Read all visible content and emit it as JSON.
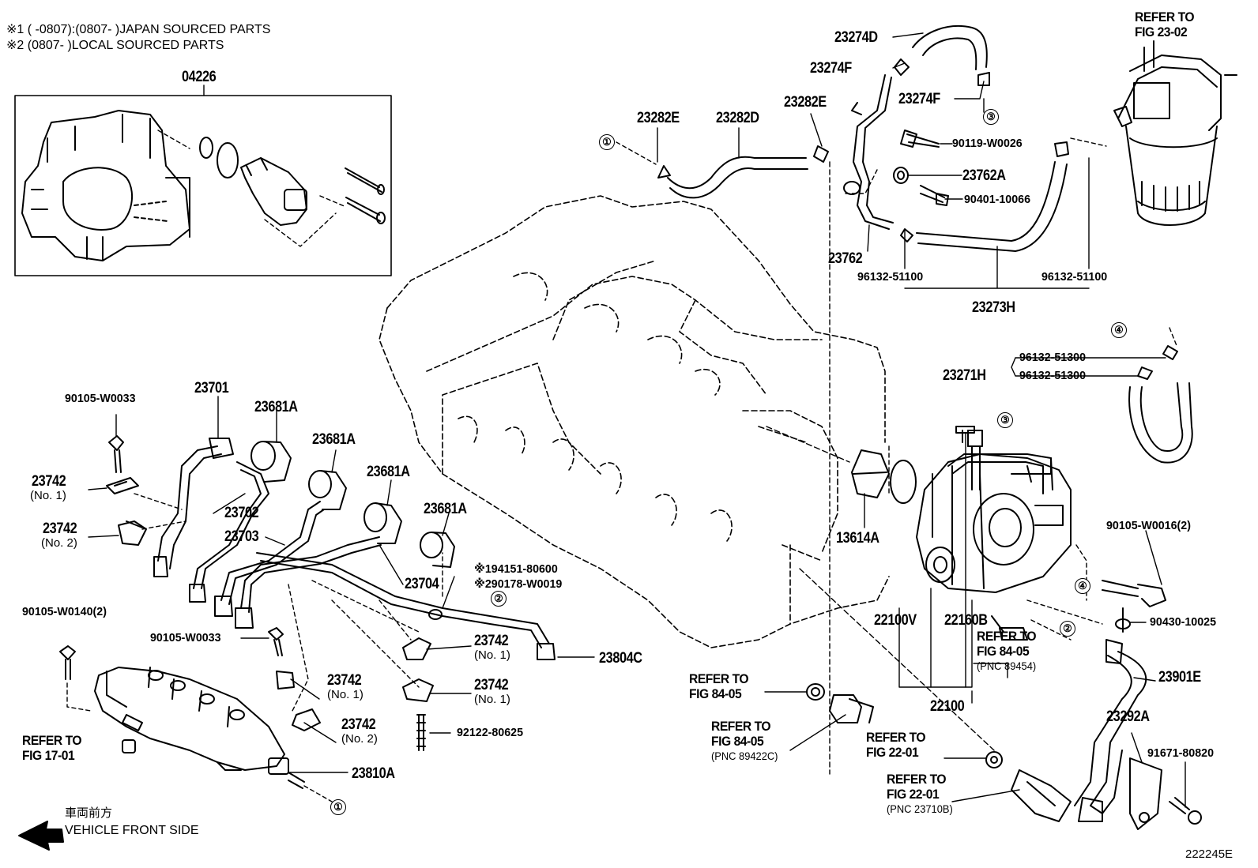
{
  "notes": {
    "note1": "※1 (      -0807):(0807-       )JAPAN SOURCED PARTS",
    "note2": "※2 (0807-       )LOCAL SOURCED PARTS"
  },
  "callout_markers": {
    "one": "①",
    "two": "②",
    "three": "③",
    "four": "④"
  },
  "labels": {
    "p04226": "04226",
    "p23274D": "23274D",
    "p23274F_a": "23274F",
    "p23274F_b": "23274F",
    "p23282E_a": "23282E",
    "p23282D": "23282D",
    "p23282E_b": "23282E",
    "p90119_W0026": "90119-W0026",
    "p23762A": "23762A",
    "p90401_10066": "90401-10066",
    "p23762": "23762",
    "p96132_51100_a": "96132-51100",
    "p96132_51100_b": "96132-51100",
    "p23273H": "23273H",
    "p96132_51300_a": "96132-51300",
    "p96132_51300_b": "96132-51300",
    "p23271H": "23271H",
    "p90105_W0033_a": "90105-W0033",
    "p23701": "23701",
    "p23681A_a": "23681A",
    "p23681A_b": "23681A",
    "p23681A_c": "23681A",
    "p23681A_d": "23681A",
    "p23742_a": "23742",
    "p23742_a_sub": "(No. 1)",
    "p23702": "23702",
    "p23742_b": "23742",
    "p23742_b_sub": "(No. 2)",
    "p23703": "23703",
    "p23704": "23704",
    "p194151_80600": "※194151-80600",
    "p290178_W0019": "※290178-W0019",
    "p90105_W0140": "90105-W0140(2)",
    "p90105_W0033_b": "90105-W0033",
    "p23742_c": "23742",
    "p23742_c_sub": "(No. 1)",
    "p23804C": "23804C",
    "p23742_d": "23742",
    "p23742_d_sub": "(No. 1)",
    "p23742_e": "23742",
    "p23742_e_sub": "(No. 1)",
    "p23742_f": "23742",
    "p23742_f_sub": "(No. 2)",
    "p92122_80625": "92122-80625",
    "p23810A": "23810A",
    "p13614A": "13614A",
    "p22100V": "22100V",
    "p22160B": "22160B",
    "p22100": "22100",
    "p90105_W0016": "90105-W0016(2)",
    "p90430_10025": "90430-10025",
    "p23901E": "23901E",
    "p23292A": "23292A",
    "p91671_80820": "91671-80820"
  },
  "refs": {
    "fig23_02": [
      "REFER TO",
      "FIG 23-02"
    ],
    "fig17_01": [
      "REFER TO",
      "FIG 17-01"
    ],
    "fig84_05_a": [
      "REFER TO",
      "FIG 84-05"
    ],
    "fig84_05_b": [
      "REFER TO",
      "FIG 84-05",
      "(PNC 89422C)"
    ],
    "fig84_05_c": [
      "REFER TO",
      "FIG 84-05",
      "(PNC 89454)"
    ],
    "fig22_01_a": [
      "REFER TO",
      "FIG 22-01"
    ],
    "fig22_01_b": [
      "REFER TO",
      "FIG 22-01",
      "(PNC 23710B)"
    ]
  },
  "direction": {
    "jp": "車両前方",
    "en": "VEHICLE FRONT SIDE"
  },
  "diagram_id": "222245E"
}
